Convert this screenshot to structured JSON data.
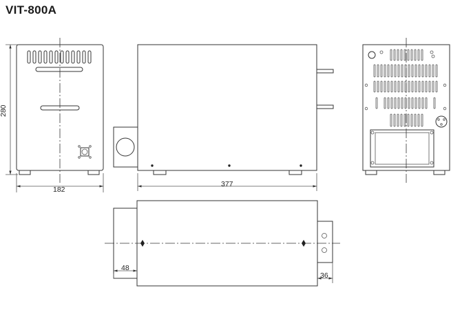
{
  "title": "VIT-800A",
  "dimensions": {
    "height": "280",
    "front_width": "182",
    "side_length": "377",
    "plan_left_offset": "48",
    "plan_right_offset": "36"
  }
}
